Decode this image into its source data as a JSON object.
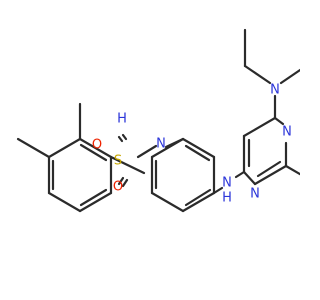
{
  "molecule": {
    "colors": {
      "bond": "#2b2b2b",
      "nitrogen": "#2b35d9",
      "sulfur": "#c8a800",
      "oxygen": "#ee2200"
    },
    "atoms": {
      "n_sulfonamide": {
        "text": "N",
        "element": "nitrogen"
      },
      "h_sulfonamide": {
        "text": "H",
        "element": "nitrogen"
      },
      "s_sulfonyl": {
        "text": "S",
        "element": "sulfur"
      },
      "o_top": {
        "text": "O",
        "element": "oxygen"
      },
      "o_bottom": {
        "text": "O",
        "element": "oxygen"
      },
      "n_amine_bridge": {
        "text": "N",
        "element": "nitrogen"
      },
      "h_amine_bridge": {
        "text": "H",
        "element": "nitrogen"
      },
      "n_pyrimidine_top": {
        "text": "N",
        "element": "nitrogen"
      },
      "n_pyrimidine_bottom": {
        "text": "N",
        "element": "nitrogen"
      },
      "n_diethylamino": {
        "text": "N",
        "element": "nitrogen"
      }
    }
  }
}
